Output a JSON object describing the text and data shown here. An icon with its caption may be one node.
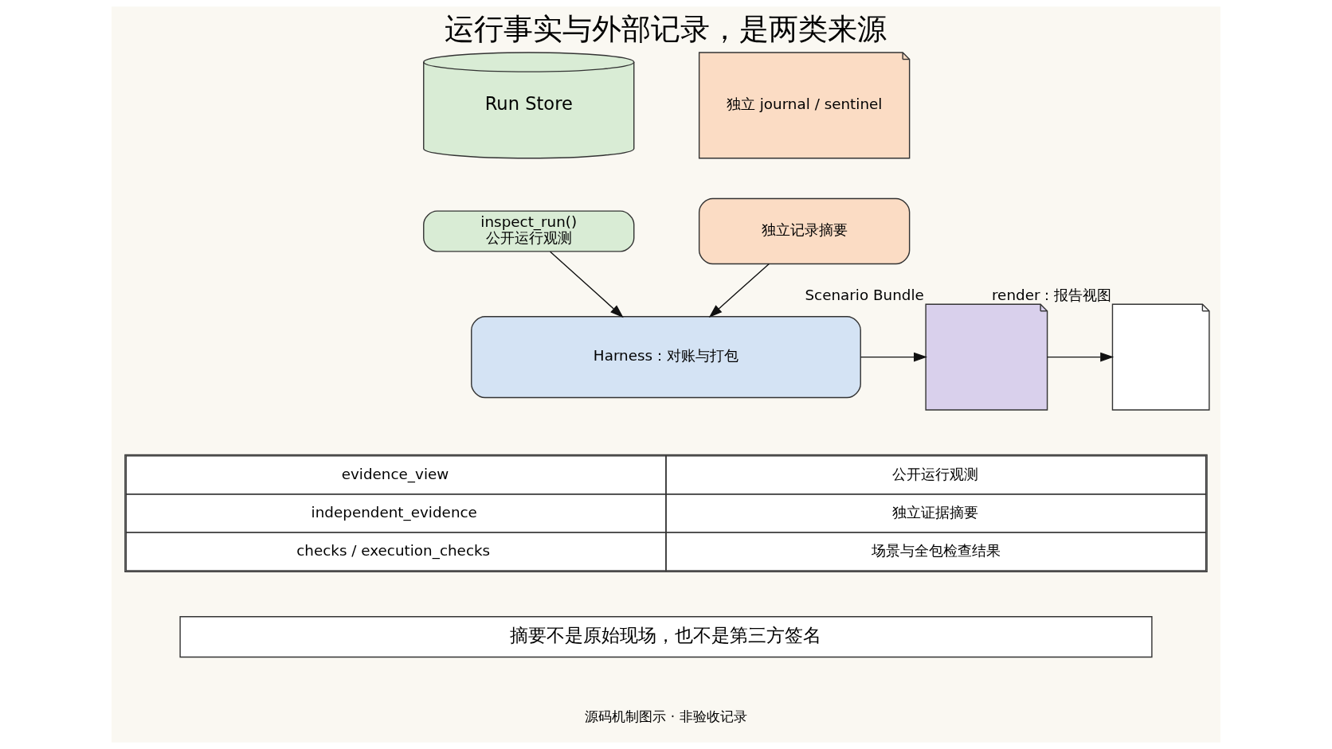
{
  "diagram": {
    "title": "运行事实与外部记录，是两类来源",
    "nodes": [
      {
        "text": [
          "Run Store"
        ]
      },
      {
        "text": [
          "inspect_run()",
          "公开运行观测"
        ]
      },
      {
        "text": [
          "独立 journal / sentinel"
        ]
      },
      {
        "text": [
          "独立记录摘要"
        ]
      },
      {
        "text": [
          "Harness：对账与打包"
        ]
      },
      {
        "text": [],
        "shape": "document",
        "beside": [
          "Scenario Bundle"
        ]
      },
      {
        "text": [],
        "shape": "document",
        "beside": [
          "render：报告视图"
        ]
      },
      {
        "text": [
          "摘要不是原始现场，也不是第三方签名"
        ]
      }
    ],
    "edges": [
      {
        "from": 1,
        "to": 4,
        "arrow": "to"
      },
      {
        "from": 3,
        "to": 4,
        "arrow": "to"
      },
      {
        "from": 4,
        "to": 5,
        "arrow": "to"
      },
      {
        "from": 5,
        "to": 6,
        "arrow": "to"
      }
    ],
    "labels": [
      "evidence_view",
      "公开运行观测",
      "independent_evidence",
      "独立证据摘要",
      "checks / execution_checks",
      "场景与全包检查结果",
      "源码机制图示 · 非验收记录"
    ]
  }
}
